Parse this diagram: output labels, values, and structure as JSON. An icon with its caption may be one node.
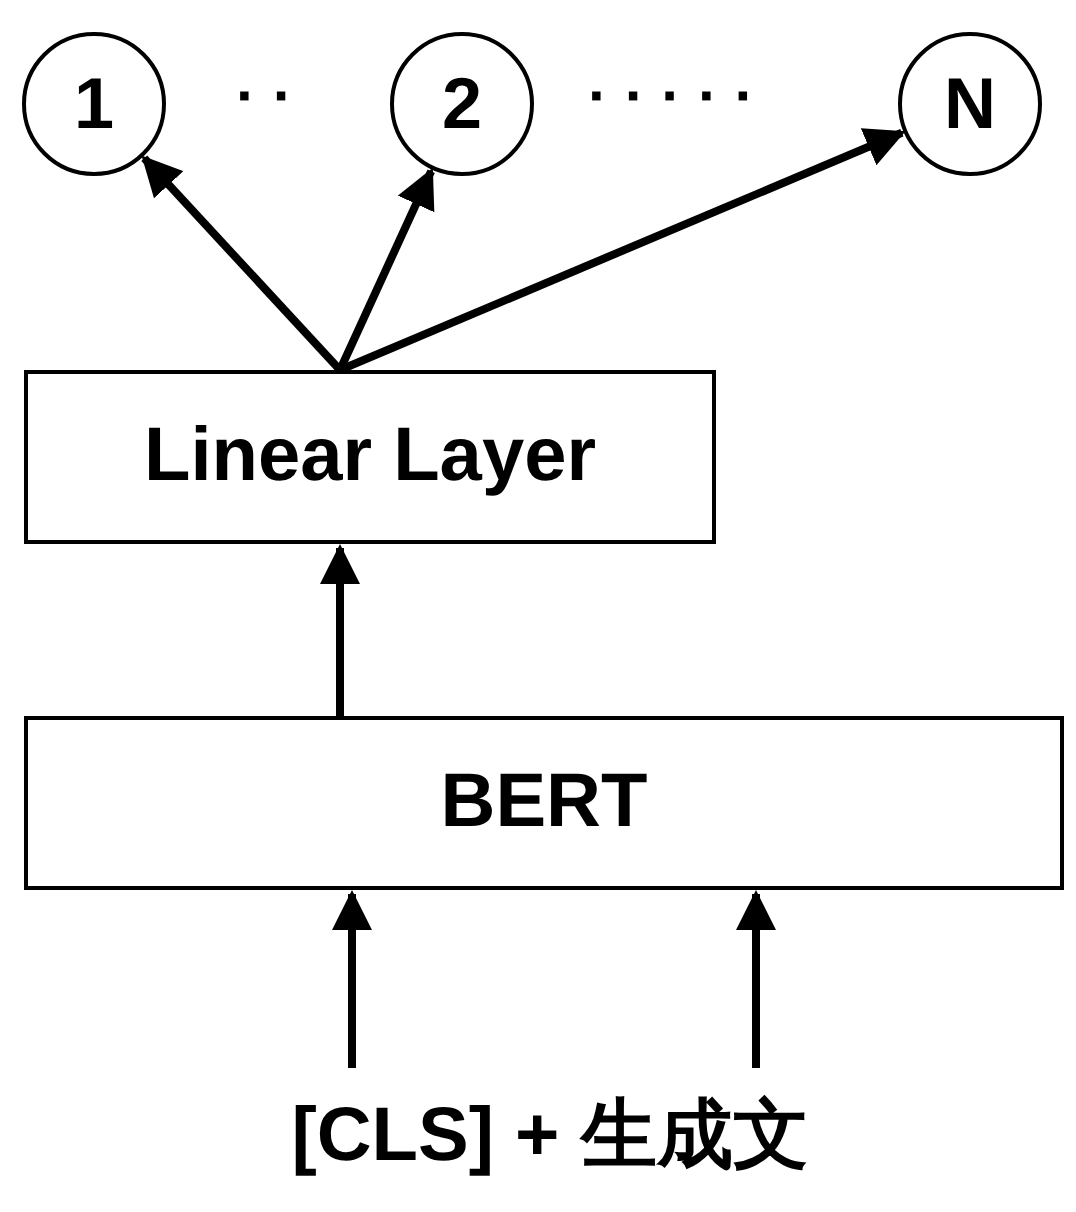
{
  "diagram": {
    "nodes": [
      {
        "text": [
          "1"
        ]
      },
      {
        "text": [
          "2"
        ]
      },
      {
        "text": [
          "N"
        ]
      },
      {
        "text": [
          "Linear Layer"
        ]
      },
      {
        "text": [
          "BERT"
        ]
      },
      {
        "text": [
          "[CLS] + 生成文"
        ]
      }
    ],
    "edges": [
      {
        "from": 3,
        "to": 0,
        "arrow": "to"
      },
      {
        "from": 3,
        "to": 1,
        "arrow": "to"
      },
      {
        "from": 3,
        "to": 2,
        "arrow": "to"
      },
      {
        "from": 4,
        "to": 3,
        "arrow": "to"
      },
      {
        "from": 5,
        "to": 4,
        "arrow": "to"
      },
      {
        "from": 5,
        "to": 4,
        "arrow": "to"
      }
    ],
    "labels": [
      "· ·",
      "· · · · ·"
    ]
  }
}
